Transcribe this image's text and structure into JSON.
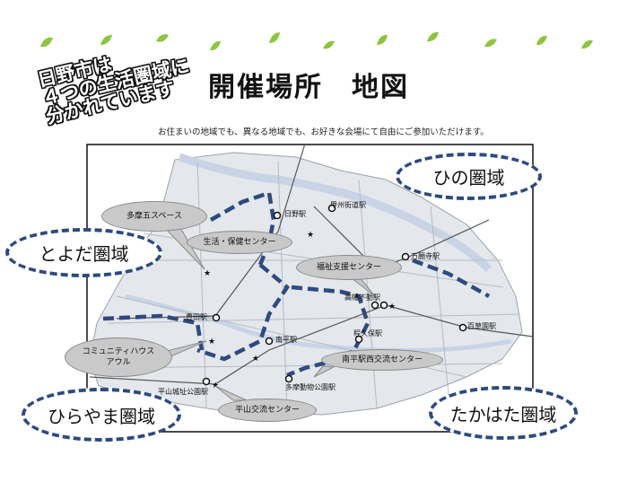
{
  "title": "開催場所　地図",
  "slogan": [
    "日野市は",
    "４つの生活圏域に",
    "分かれています"
  ],
  "subtitle": "お住まいの地域でも、異なる地域でも、お好きな会場にて自由にご参加いただけます。",
  "regions": [
    {
      "id": "hino",
      "label": "ひの圏域"
    },
    {
      "id": "toyoda",
      "label": "とよだ圏域"
    },
    {
      "id": "hirayama",
      "label": "ひらやま圏域"
    },
    {
      "id": "takahata",
      "label": "たかはた圏域"
    }
  ],
  "venues": [
    {
      "id": "tama5",
      "label": "多摩五スペース"
    },
    {
      "id": "seikatsu",
      "label": "生活・保健センター"
    },
    {
      "id": "fukushi",
      "label": "福祉支援センター"
    },
    {
      "id": "community",
      "label": "コミュニティハウス\nアウル"
    },
    {
      "id": "minamidaira",
      "label": "南平駅西交流センター"
    },
    {
      "id": "hirayama",
      "label": "平山交流センター"
    }
  ],
  "stations": [
    {
      "id": "hino",
      "label": "日野駅"
    },
    {
      "id": "koshu",
      "label": "甲州街道駅"
    },
    {
      "id": "manganji",
      "label": "万願寺駅"
    },
    {
      "id": "takahatafudo",
      "label": "高幡不動駅"
    },
    {
      "id": "toyoda",
      "label": "豊田駅"
    },
    {
      "id": "minamidaira",
      "label": "南平駅"
    },
    {
      "id": "hodokubo",
      "label": "程久保駅"
    },
    {
      "id": "mogusaen",
      "label": "百草園駅"
    },
    {
      "id": "tamadobutsu",
      "label": "多摩動物公園駅"
    },
    {
      "id": "hirayamajoshi",
      "label": "平山城址公園駅"
    }
  ],
  "colors": {
    "accent": "#2e4a7f",
    "leaf": "#8cc63f",
    "bubble": "#c9c9c9"
  }
}
